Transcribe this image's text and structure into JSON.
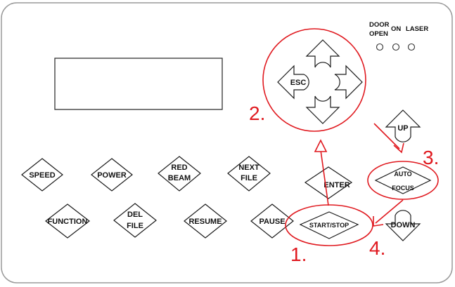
{
  "indicators": {
    "door_top": "DOOR",
    "door_bottom": "OPEN",
    "on": "ON",
    "laser": "LASER"
  },
  "keys": {
    "esc": "ESC",
    "up": "UP",
    "down": "DOWN",
    "enter": "ENTER",
    "start_stop": "START/STOP",
    "auto_focus": [
      "AUTO",
      "FOCUS"
    ],
    "speed": "SPEED",
    "power": "POWER",
    "red_beam": [
      "RED",
      "BEAM"
    ],
    "next_file": [
      "NEXT",
      "FILE"
    ],
    "function": "FUNCTION",
    "del_file": [
      "DEL",
      "FILE"
    ],
    "resume": "RESUME",
    "pause": "PAUSE"
  },
  "annotations": {
    "step1": "1.",
    "step2": "2.",
    "step3": "3.",
    "step4": "4."
  },
  "colors": {
    "annotation": "#e0191f",
    "outline": "#1a1a1a",
    "panel_border": "#9a9a9a"
  }
}
